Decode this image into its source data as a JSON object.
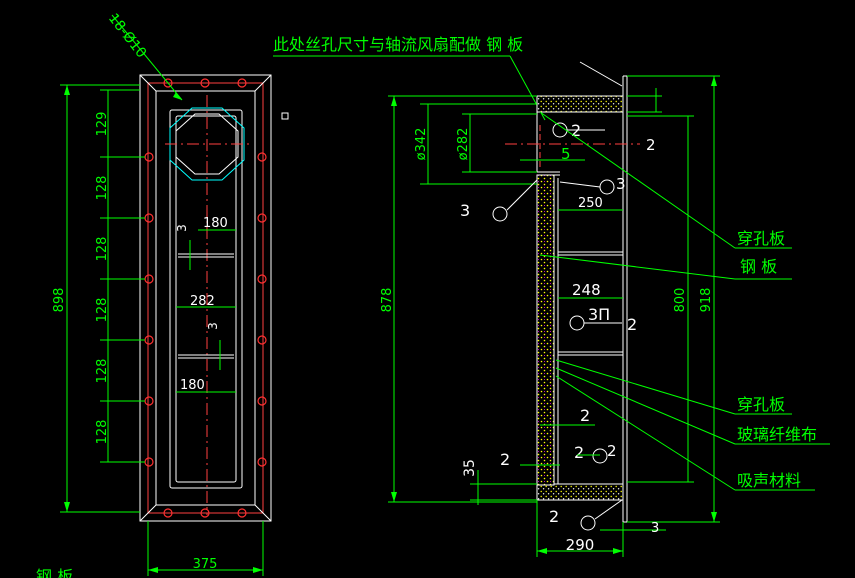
{
  "colors": {
    "background": "#000000",
    "outline": "#ffffff",
    "dimension": "#00ff00",
    "annotation": "#ffff00",
    "bolt": "#ff0000",
    "hatch": "#ffff00",
    "cyan": "#00ffff",
    "purple": "#c000c0"
  },
  "front_view": {
    "hole_spec": "18-Ø10",
    "pitch_dims": [
      "129",
      "128",
      "128",
      "128",
      "128",
      "128"
    ],
    "overall_height": "898",
    "inner_width_top": "180",
    "inner_width_mid": "282",
    "inner_width_bottom": "180",
    "gap_a": "3",
    "gap_b": "3",
    "bottom_width": "375"
  },
  "section_view": {
    "header_note": "此处丝孔尺寸与轴流风扇配做  钢 板",
    "dia_outer": "ø342",
    "dia_inner": "ø282",
    "gap_5": "5",
    "weld_top": "2",
    "weld_top_right": "2",
    "weld_mid_right": "3",
    "weld_left": "3",
    "width_250": "250",
    "height_878": "878",
    "width_248": "248",
    "weld_mid": "3П",
    "weld_mid_end": "2",
    "height_800": "800",
    "height_918": "918",
    "lower_2a": "2",
    "lower_2b": "2",
    "lower_2c": "2",
    "weld_bottom_right": "2",
    "height_35": "35",
    "weld_bottom": "2",
    "width_290": "290",
    "thick_3": "3"
  },
  "labels": {
    "perforated_plate_top": "穿孔板",
    "steel_plate": "钢 板",
    "perforated_plate_bottom": "穿孔板",
    "glass_fiber_cloth": "玻璃纤维布",
    "sound_absorbing_material": "吸声材料",
    "corner_text": "钢 板"
  }
}
